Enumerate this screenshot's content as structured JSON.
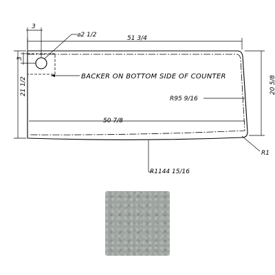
{
  "drawing": {
    "dim_top_left": "3",
    "dim_left_small": "3",
    "hole_dia": "⌀2 1/2",
    "width_overall": "51 3/4",
    "depth_left": "21 1/2",
    "depth_right": "20 5/8",
    "backer_note": "BACKER ON BOTTOM SIDE OF COUNTER",
    "radius_right": "R95 9/16",
    "backer_width": "50 7/8",
    "corner_radius": "R1",
    "front_radius": "R1144 15/16"
  },
  "material": {
    "swatch_color": "#9ea49f",
    "texture": "stone"
  }
}
